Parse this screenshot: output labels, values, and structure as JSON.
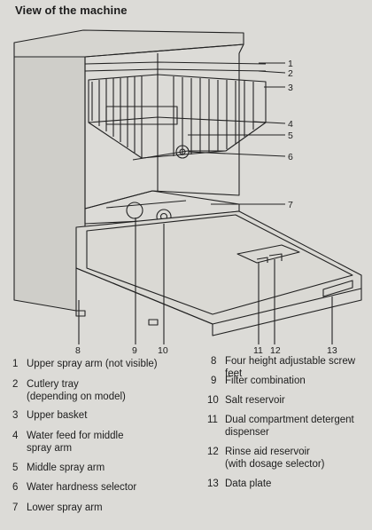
{
  "title": "View of the machine",
  "callouts": [
    "1",
    "2",
    "3",
    "4",
    "5",
    "6",
    "7",
    "8",
    "9",
    "10",
    "11",
    "12",
    "13"
  ],
  "legend": [
    {
      "num": "1",
      "text": "Upper spray arm (not visible)"
    },
    {
      "num": "2",
      "text": "Cutlery tray\n(depending on model)"
    },
    {
      "num": "3",
      "text": "Upper basket"
    },
    {
      "num": "4",
      "text": "Water feed for middle\nspray arm"
    },
    {
      "num": "5",
      "text": "Middle spray arm"
    },
    {
      "num": "6",
      "text": "Water hardness selector"
    },
    {
      "num": "7",
      "text": "Lower spray arm"
    },
    {
      "num": "8",
      "text": "Four height adjustable screw feet"
    },
    {
      "num": "9",
      "text": "Filter combination"
    },
    {
      "num": "10",
      "text": "Salt reservoir"
    },
    {
      "num": "11",
      "text": "Dual compartment detergent\ndispenser"
    },
    {
      "num": "12",
      "text": "Rinse aid reservoir\n(with dosage selector)"
    },
    {
      "num": "13",
      "text": "Data plate"
    }
  ]
}
